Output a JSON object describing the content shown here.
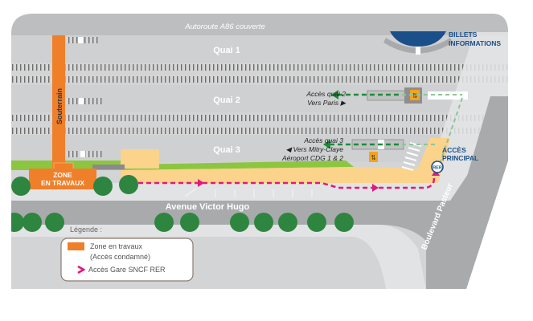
{
  "map": {
    "title": "Plan d'accès gare SNCF RER",
    "highway_label": "Autoroute A86 couverte",
    "platforms": [
      {
        "label": "Quai 1"
      },
      {
        "label": "Quai 2"
      },
      {
        "label": "Quai 3"
      }
    ],
    "underpass_label": "Souterrain",
    "ticket_office": {
      "line1": "BILLETS",
      "line2": "INFORMATIONS"
    },
    "access_quai2": {
      "line1": "Accès quai 2",
      "line2": "Vers Paris ▶"
    },
    "access_quai3": {
      "line1": "Accès quai 3",
      "line2": "◀ Vers Mitry-Claye",
      "line3": "Aéroport CDG 1 & 2"
    },
    "main_access": {
      "line1": "ACCÈS",
      "line2": "PRINCIPAL"
    },
    "rer_badge": "RER",
    "elevator_glyph": "⇅",
    "works_zone": {
      "line1": "ZONE",
      "line2": "EN TRAVAUX"
    },
    "streets": {
      "avenue": "Avenue Victor Hugo",
      "boulevard": "Boulevard Pasteur"
    },
    "legend": {
      "title": "Légende :",
      "items": [
        {
          "label_line1": "Zone en travaux",
          "label_line2": "(Accès condamné)",
          "symbol": "orange-square"
        },
        {
          "label_line1": "Accès Gare SNCF RER",
          "symbol": "magenta-arrow"
        }
      ]
    },
    "colors": {
      "works_orange": "#f07f2a",
      "access_magenta": "#e0197d",
      "path_green": "#1e8a3c",
      "tree_green": "#2e8540",
      "lawn_green": "#8cc63f",
      "info_blue": "#1b4f8a",
      "sand": "#fbd38a",
      "road_gray": "#a9aaac",
      "platform_gray": "#c9cacc",
      "light_gray": "#e2e3e4"
    }
  }
}
